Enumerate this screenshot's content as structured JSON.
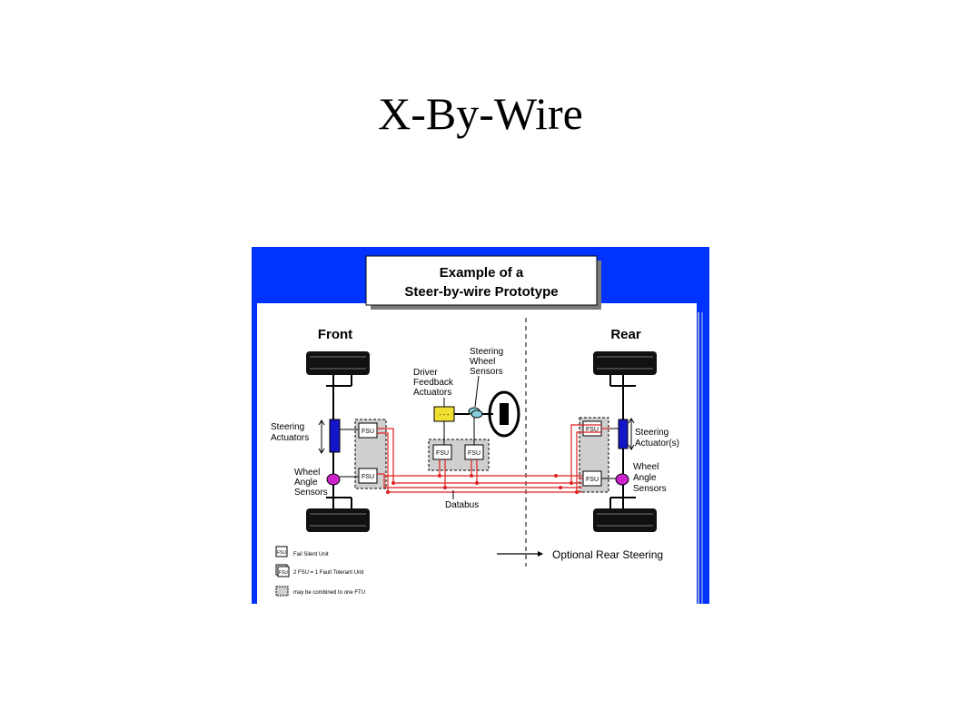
{
  "slide": {
    "title": "X-By-Wire"
  },
  "figure": {
    "header_line1": "Example of a",
    "header_line2": "Steer-by-wire Prototype",
    "front_label": "Front",
    "rear_label": "Rear",
    "steering_actuators_l1": "Steering",
    "steering_actuators_l2": "Actuators",
    "wheel_angle_l1": "Wheel",
    "wheel_angle_l2": "Angle",
    "wheel_angle_l3": "Sensors",
    "driver_feedback_l1": "Driver",
    "driver_feedback_l2": "Feedback",
    "driver_feedback_l3": "Actuators",
    "steering_wheel_l1": "Steering",
    "steering_wheel_l2": "Wheel",
    "steering_wheel_l3": "Sensors",
    "rear_actuator_l1": "Steering",
    "rear_actuator_l2": "Actuator(s)",
    "rear_wheel_l1": "Wheel",
    "rear_wheel_l2": "Angle",
    "rear_wheel_l3": "Sensors",
    "databus_label": "Databus",
    "fsu_label": "FSU",
    "optional_rear": "Optional Rear Steering",
    "legend_fsu_text": "Fail Silent Unit",
    "legend_ftu_text": "2 FSU = 1 Fault Tolerant Unit",
    "legend_gray_text": "may be combined to one FTU"
  },
  "colors": {
    "blue_frame": "#0033ff",
    "red_wire": "#e02020",
    "actuator_blue": "#1414c8",
    "sensor_magenta": "#cc22cc",
    "feedback_yellow": "#f0e030"
  }
}
